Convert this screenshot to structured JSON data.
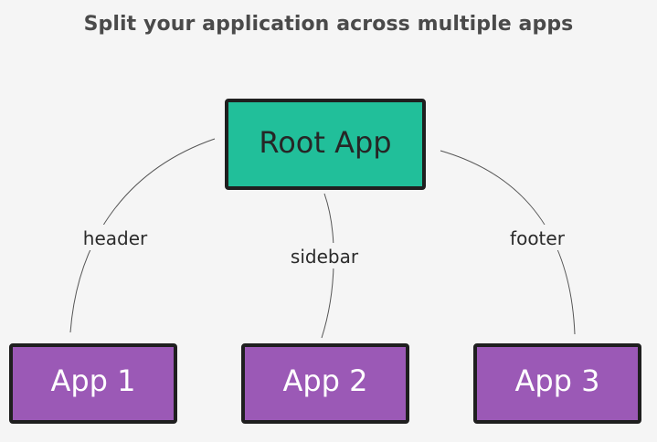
{
  "title": "Split your application across multiple apps",
  "root": {
    "label": "Root App",
    "color": "#21bf9a"
  },
  "apps": [
    {
      "label": "App 1",
      "color": "#9b59b6"
    },
    {
      "label": "App 2",
      "color": "#9b59b6"
    },
    {
      "label": "App 3",
      "color": "#9b59b6"
    }
  ],
  "edges": [
    {
      "label": "header"
    },
    {
      "label": "sidebar"
    },
    {
      "label": "footer"
    }
  ],
  "border_color": "#1f1f1f"
}
